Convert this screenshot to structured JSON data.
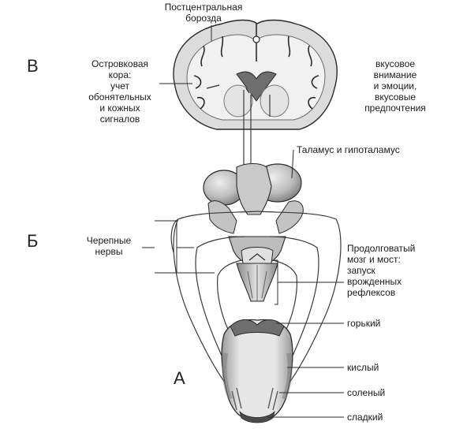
{
  "section_letters": {
    "top": "В",
    "middle": "Б",
    "bottom": "А"
  },
  "labels": {
    "postcentral": [
      "Постцентральная",
      "борозда"
    ],
    "insula": [
      "Островковая",
      "кора:",
      "учет",
      "обонятельных",
      "и кожных",
      "сигналов"
    ],
    "taste_attention": [
      "вкусовое",
      "внимание",
      "и эмоции,",
      "вкусовые",
      "предпочтения"
    ],
    "thalamus": "Таламус и гипоталамус",
    "cranial_nerves": [
      "Черепные",
      "нервы"
    ],
    "medulla": [
      "Продолговатый",
      "мозг и мост:",
      "запуск",
      "врожденных",
      "рефлексов"
    ],
    "bitter": "горький",
    "sour": "кислый",
    "salty": "соленый",
    "sweet": "сладкий"
  },
  "colors": {
    "line": "#2a2a2a",
    "tissue": "#d9d9d9",
    "tissue_dark": "#8f8f8f",
    "tissue_light": "#ececec"
  }
}
